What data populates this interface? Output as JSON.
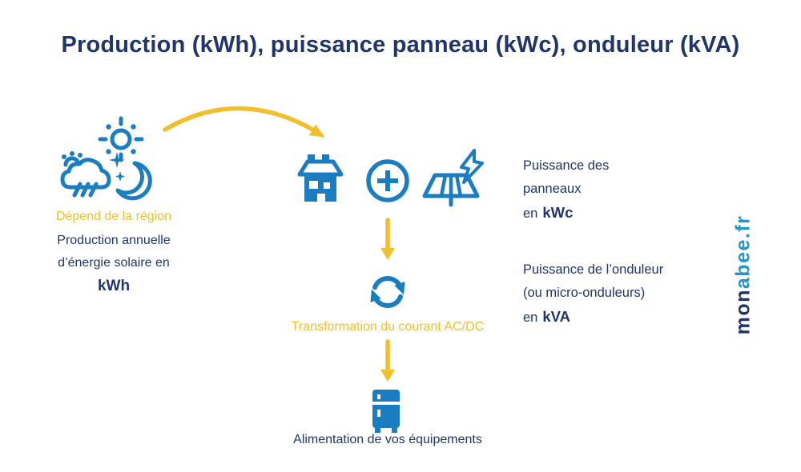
{
  "title": "Production (kWh), puissance panneau (kWc), onduleur (kVA)",
  "colors": {
    "navy": "#22356B",
    "icon_blue": "#1A7DC1",
    "yellow": "#F2BF2C",
    "logo_light_blue": "#2693D3",
    "background": "#FFFFFF"
  },
  "left_column": {
    "icons": [
      "sun-icon",
      "rain-cloud-icon",
      "moon-stars-icon"
    ],
    "caption": "Dépend de la région",
    "line1": "Production annuelle",
    "line2": "d’énergie solaire en",
    "unit": "kWh"
  },
  "middle_column": {
    "icons_row": [
      "house-icon",
      "plus-circle-icon",
      "solar-panel-bolt-icon"
    ],
    "transform_icon": "sync-arrows-icon",
    "transform_caption": "Transformation du courant AC/DC",
    "bottom_icon": "fridge-icon",
    "bottom_caption": "Alimentation de vos équipements"
  },
  "right_column": {
    "panels": {
      "line1": "Puissance des",
      "line2": "panneaux",
      "prefix": "en",
      "unit": "kWc"
    },
    "inverter": {
      "line1": "Puissance de l’onduleur",
      "line2": "(ou micro-onduleurs)",
      "prefix": "en",
      "unit": "kVA"
    }
  },
  "logo": {
    "part1": "mon",
    "part2": "abee.fr"
  }
}
